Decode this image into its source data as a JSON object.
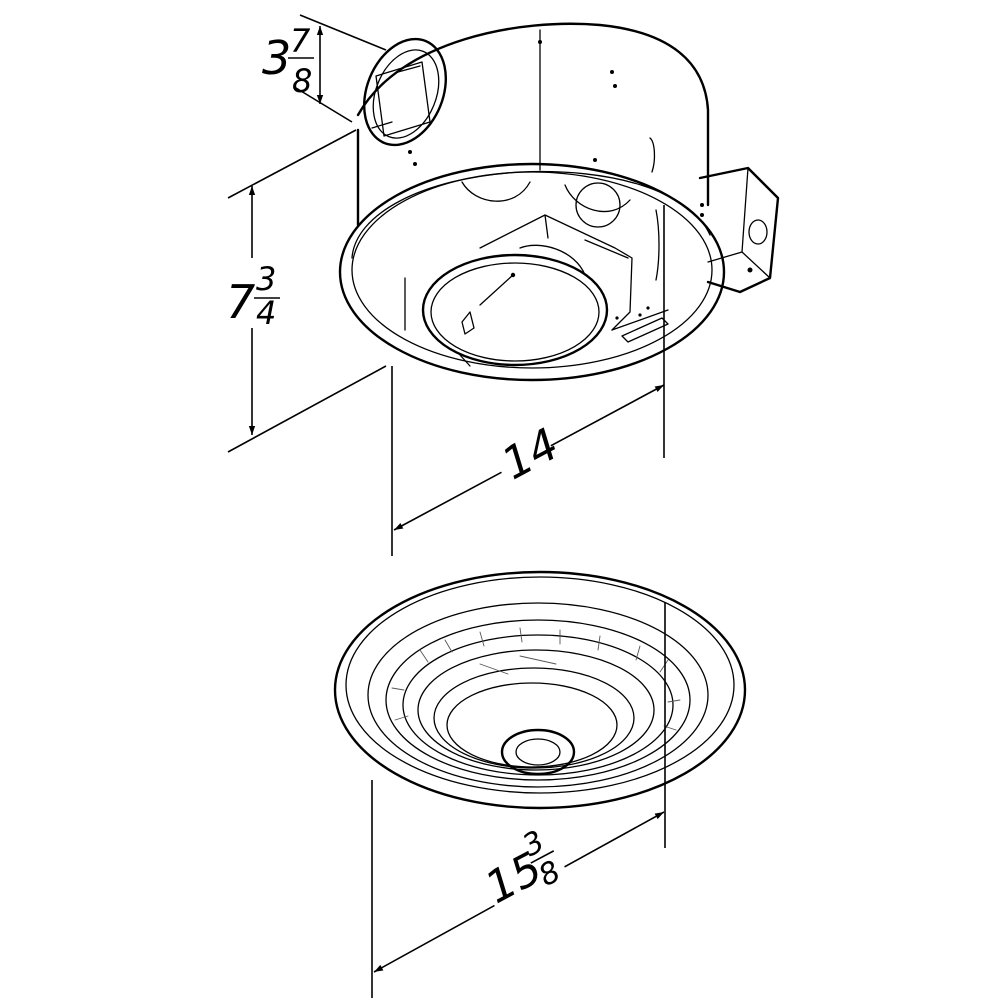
{
  "dimensions": {
    "collar": {
      "whole": "3",
      "numerator": "7",
      "denominator": "8"
    },
    "height": {
      "whole": "7",
      "numerator": "3",
      "denominator": "4"
    },
    "housing_width": {
      "whole": "14"
    },
    "grille_diameter": {
      "whole": "15",
      "numerator": "3",
      "denominator": "8"
    }
  },
  "colors": {
    "line": "#000000",
    "background": "#ffffff"
  }
}
